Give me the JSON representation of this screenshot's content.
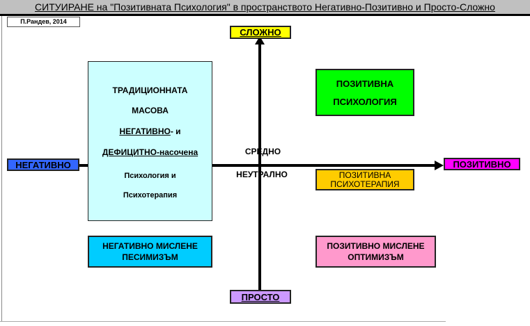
{
  "title": "СИТУИРАНЕ на \"Позитивната Психология\" в пространството Негативно-Позитивно и Просто-Сложно",
  "credit": "П.Рандев, 2014",
  "axes": {
    "top": "СЛОЖНО",
    "bottom": "ПРОСТО",
    "left": "НЕГАТИВНО",
    "right": "ПОЗИТИВНО",
    "center_top": "СРЕДНО",
    "center_bottom": "НЕУТРАЛНО"
  },
  "boxes": {
    "traditional": [
      "ТРАДИЦИОННАТА",
      "МАСОВА",
      "НЕГАТИВНО",
      "- и",
      "ДЕФИЦИТНО",
      "-насочена",
      "Психология и",
      "Психотерапия"
    ],
    "positive_psychology": [
      "ПОЗИТИВНА",
      "ПСИХОЛОГИЯ"
    ],
    "positive_psychotherapy": [
      "ПОЗИТИВНА",
      "ПСИХОТЕРАПИЯ"
    ],
    "negative_thinking": [
      "НЕГАТИВНО МИСЛЕНЕ",
      "ПЕСИМИЗЪМ"
    ],
    "positive_thinking": [
      "ПОЗИТИВНО МИСЛЕНЕ",
      "ОПТИМИЗЪМ"
    ]
  },
  "colors": {
    "top": "#ffff00",
    "bottom": "#cc99ff",
    "left": "#3366ff",
    "right": "#ff00ff",
    "traditional": "#ccffff",
    "green": "#00ff00",
    "orange": "#ffcc00",
    "cyan": "#00ccff",
    "pink": "#ff99cc"
  }
}
